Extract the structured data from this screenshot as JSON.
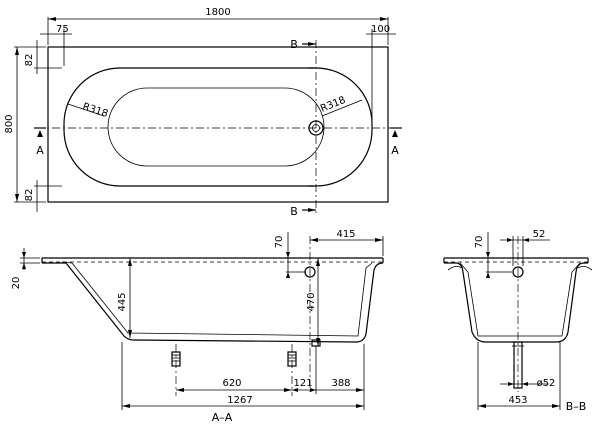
{
  "top_view": {
    "overall_length": "1800",
    "overall_width": "800",
    "left_rim": "75",
    "right_rim": "100",
    "top_rim": "82",
    "bottom_rim": "82",
    "radius_left": "R318",
    "radius_right": "R318",
    "section_a": "A",
    "section_b": "B"
  },
  "section_aa": {
    "title": "A–A",
    "rim_thickness": "20",
    "inner_depth": "445",
    "overflow_offset": "70",
    "overflow_to_end": "415",
    "overflow_depth": "470",
    "leg_spacing": "620",
    "drain_offset": "121",
    "drain_to_end": "388",
    "floor_length": "1267"
  },
  "section_bb": {
    "title": "B–B",
    "overflow_offset": "70",
    "overflow_dia": "52",
    "drain_dia": "ø52",
    "floor_width": "453"
  }
}
